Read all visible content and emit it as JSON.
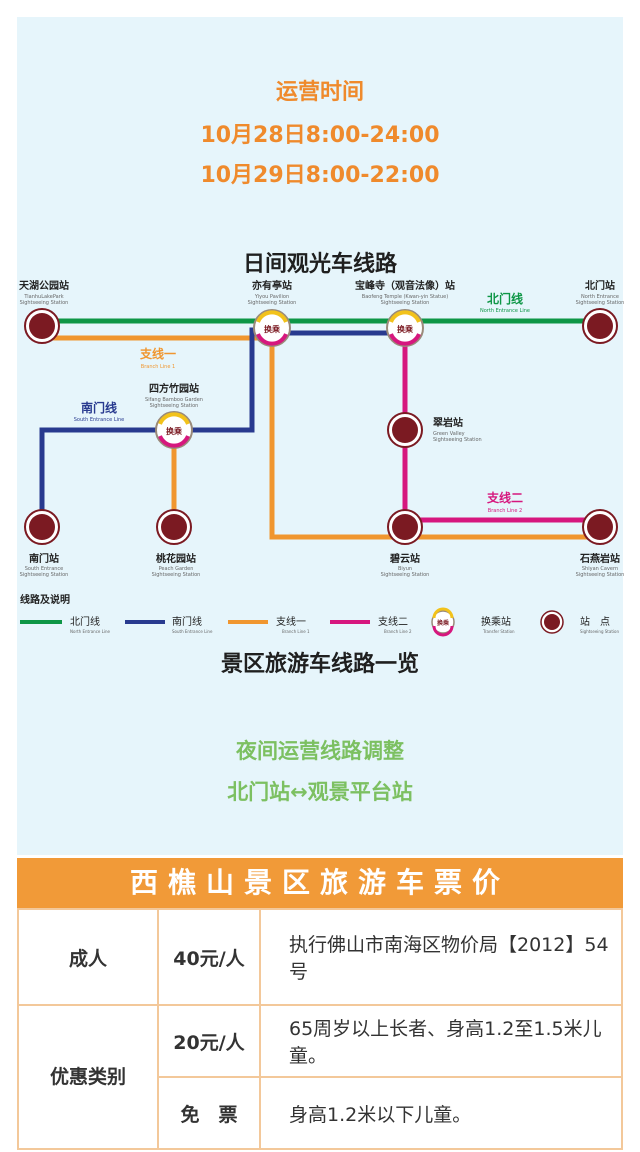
{
  "hours": {
    "title": "运营时间",
    "line1": "10月28日8:00-24:00",
    "line2": "10月29日8:00-22:00"
  },
  "map": {
    "title": "日间观光车线路",
    "lines": {
      "north": {
        "cn": "北门线",
        "en": "North Entrance Line",
        "color": "#0e9646"
      },
      "south": {
        "cn": "南门线",
        "en": "South Entrance Line",
        "color": "#283a8f"
      },
      "branch1": {
        "cn": "支线一",
        "en": "Branch Line 1",
        "color": "#f0962f"
      },
      "branch2": {
        "cn": "支线二",
        "en": "Branch Line 2",
        "color": "#d6177e"
      }
    },
    "stations": {
      "tianhu": {
        "cn": "天湖公园站",
        "en1": "TianhuLakePark",
        "en2": "Sightseeing Station"
      },
      "yiyouting": {
        "cn": "亦有亭站",
        "en1": "Yiyou Pavilion",
        "en2": "Sightseeing Station"
      },
      "baofeng": {
        "cn": "宝峰寺（观音法像）站",
        "en1": "Baofeng Temple (Kwan-yin Statue)",
        "en2": "Sightseeing Station"
      },
      "beimen": {
        "cn": "北门站",
        "en1": "North Entrance",
        "en2": "Sightseeing Station"
      },
      "sifang": {
        "cn": "四方竹园站",
        "en1": "Sifang Bamboo Garden",
        "en2": "Sightseeing Station"
      },
      "cuiyan": {
        "cn": "翠岩站",
        "en1": "Green Valley",
        "en2": "Sightseeing Station"
      },
      "nanmen": {
        "cn": "南门站",
        "en1": "South Entrance",
        "en2": "Sightseeing Station"
      },
      "taohua": {
        "cn": "桃花园站",
        "en1": "Peach Garden",
        "en2": "Sightseeing Station"
      },
      "biyun": {
        "cn": "碧云站",
        "en1": "Biyun",
        "en2": "Sightseeing Station"
      },
      "shiyan": {
        "cn": "石燕岩站",
        "en1": "Shiyan Cavern",
        "en2": "Sightseeing Station"
      }
    },
    "transfer_badge": "换乘",
    "legend": {
      "title": "线路及说明",
      "transfer": {
        "cn": "换乘站",
        "en": "Transfer Station"
      },
      "station": {
        "cn": "站　点",
        "en": "Sightseeing Station"
      }
    }
  },
  "overview_title": "景区旅游车线路一览",
  "night": {
    "line1": "夜间运营线路调整",
    "line2": "北门站↔观景平台站"
  },
  "price": {
    "title": "西樵山景区旅游车票价",
    "rows": [
      {
        "category": "成人",
        "amount": "40元/人",
        "desc": "执行佛山市南海区物价局【2012】54号"
      },
      {
        "category": "优惠类别",
        "amount": "20元/人",
        "desc": "65周岁以上长者、身高1.2至1.5米儿童。"
      },
      {
        "amount": "免　票",
        "desc": "身高1.2米以下儿童。"
      }
    ]
  }
}
